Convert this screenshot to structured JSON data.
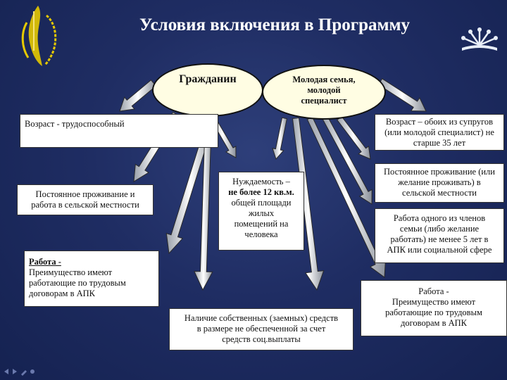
{
  "slide": {
    "title": "Условия включения в Программу",
    "colors": {
      "background": "#1f2d63",
      "logo_gold": "#e5c900",
      "box_fill": "#ffffff",
      "ellipse_fill": "#fffde3"
    },
    "icons": [
      "wheat-emblem-icon",
      "sun-emblem-icon",
      "nav-arrows-icon"
    ]
  },
  "ellipses": {
    "citizen": "Гражданин",
    "young_family": [
      "Молодая семья,",
      "молодой",
      "специалист"
    ]
  },
  "boxes": {
    "age_working": "Возраст - трудоспособный",
    "residence_work": [
      "Постоянное проживание и",
      "работа в сельской местности"
    ],
    "work_left": {
      "heading": "Работа -",
      "lines": [
        "Преимущество имеют",
        "работающие по трудовым",
        "договорам в АПК"
      ]
    },
    "need": {
      "line1": "Нуждаемость –",
      "bold": "не более 12 кв.м.",
      "lines": [
        "общей площади",
        "жилых",
        "помещений на",
        "человека"
      ]
    },
    "funds": [
      "Наличие собственных (заемных) средств",
      "в размере не обеспеченной за счет",
      "средств соц.выплаты"
    ],
    "age_spouses": [
      "Возраст – обоих из супругов",
      "(или молодой специалист) не",
      "старше 35 лет"
    ],
    "residence_rural": [
      "Постоянное проживание (или",
      "желание проживать) в",
      "сельской местности"
    ],
    "family_work": [
      "Работа одного из членов",
      "семьи (либо желание",
      "работать) не менее 5 лет в",
      "АПК или социальной сфере"
    ],
    "work_right": [
      "Работа -",
      "Преимущество имеют",
      "работающие по трудовым",
      "договорам в АПК"
    ]
  }
}
